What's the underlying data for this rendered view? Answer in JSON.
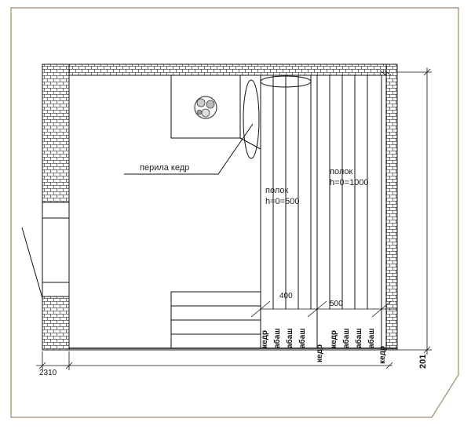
{
  "labels": {
    "railing": "перила кедр",
    "shelf_low": "полок",
    "shelf_low_height": "h=0=500",
    "shelf_high": "полок",
    "shelf_high_height": "h=0=1000"
  },
  "dimensions": {
    "step_400": "400",
    "step_500": "500",
    "width_total": "2310",
    "height_total": "201"
  },
  "wood_labels": [
    "кедр",
    "абаш",
    "абаш",
    "абаш",
    "кедр",
    "кедр",
    "абаш",
    "абаш",
    "абаш",
    "кедр"
  ],
  "colors": {
    "paper": "#ffffff",
    "outer_frame": "#a08a6a",
    "line": "#111111",
    "brick": "#555555"
  }
}
